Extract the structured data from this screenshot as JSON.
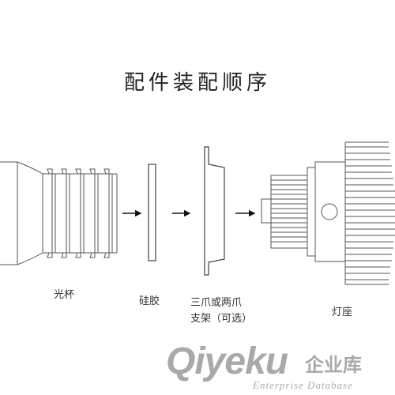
{
  "title": "配件装配顺序",
  "parts": {
    "reflector": "光杯",
    "silicone": "硅胶",
    "bracket_line1": "三爪或两爪",
    "bracket_line2": "支架（可选）",
    "lamp_base": "灯座"
  },
  "watermark": {
    "brand": "Qiyeku",
    "cn": "企业库",
    "en": "Enterprise Database"
  }
}
